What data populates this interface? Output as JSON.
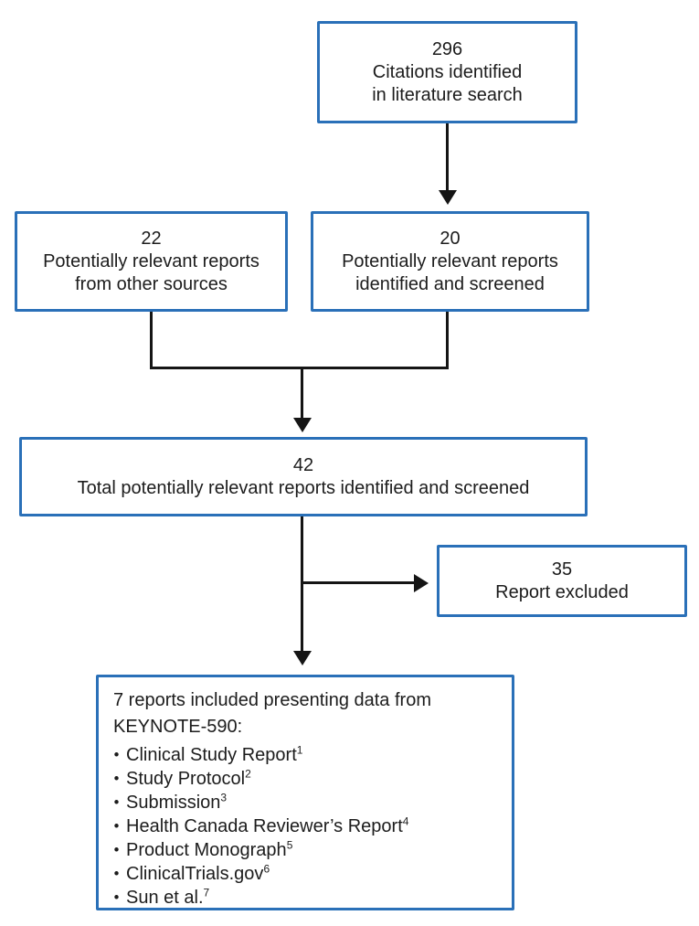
{
  "colors": {
    "box_border": "#2a70b8",
    "arrow": "#151515",
    "text": "#1c1c1c",
    "background": "#ffffff"
  },
  "boxes": {
    "citations": {
      "count": "296",
      "label": "Citations identified\nin literature search"
    },
    "other_sources": {
      "count": "22",
      "label": "Potentially relevant reports\nfrom other sources"
    },
    "screened": {
      "count": "20",
      "label": "Potentially relevant reports\nidentified and screened"
    },
    "total": {
      "count": "42",
      "label": "Total potentially relevant reports identified and screened"
    },
    "excluded": {
      "count": "35",
      "label": "Report excluded"
    },
    "included": {
      "heading": "7 reports included presenting data from\nKEYNOTE-590:",
      "bullet": "•",
      "items": [
        {
          "text": "Clinical Study Report",
          "sup": "1"
        },
        {
          "text": "Study Protocol",
          "sup": "2"
        },
        {
          "text": "Submission",
          "sup": "3"
        },
        {
          "text": "Health Canada Reviewer’s Report",
          "sup": "4"
        },
        {
          "text": "Product Monograph",
          "sup": "5"
        },
        {
          "text": "ClinicalTrials.gov",
          "sup": "6"
        },
        {
          "text": "Sun et al.",
          "sup": "7"
        }
      ]
    }
  }
}
